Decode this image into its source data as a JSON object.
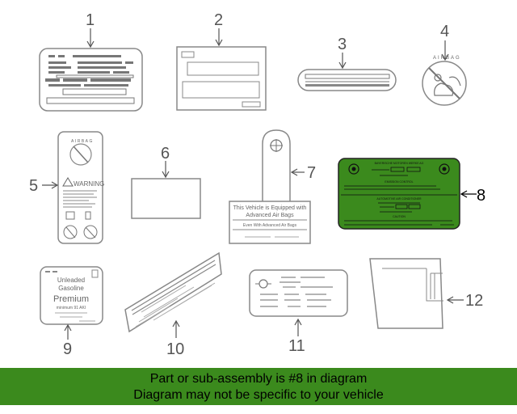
{
  "callouts": [
    "1",
    "2",
    "3",
    "4",
    "5",
    "6",
    "7",
    "8",
    "9",
    "10",
    "11",
    "12"
  ],
  "label4": {
    "text": "AIRBAG"
  },
  "label5": {
    "top_text": "AIRBAG",
    "warning": "WARNING"
  },
  "label7": {
    "line1": "This Vehicle is Equipped with",
    "line2": "Advanced Air Bags",
    "line3": "Even With Advanced Air Bags"
  },
  "label8": {
    "color": "#3b8a1d",
    "maker": "BAYERISCHE MOTOREN WERKE AG",
    "emission": "EMISSION CONTROL",
    "conditioner": "AUTOMOTIVE AIR CONDITIONER",
    "caution": "CAUTION"
  },
  "label9": {
    "line1": "Unleaded",
    "line2": "Gasoline",
    "line3": "Premium",
    "line4": "minimum 91 AKI"
  },
  "footer": {
    "color": "#3b8a1d",
    "line1": "Part or sub-assembly is #8 in diagram",
    "line2": "Diagram may not be specific to your vehicle"
  }
}
